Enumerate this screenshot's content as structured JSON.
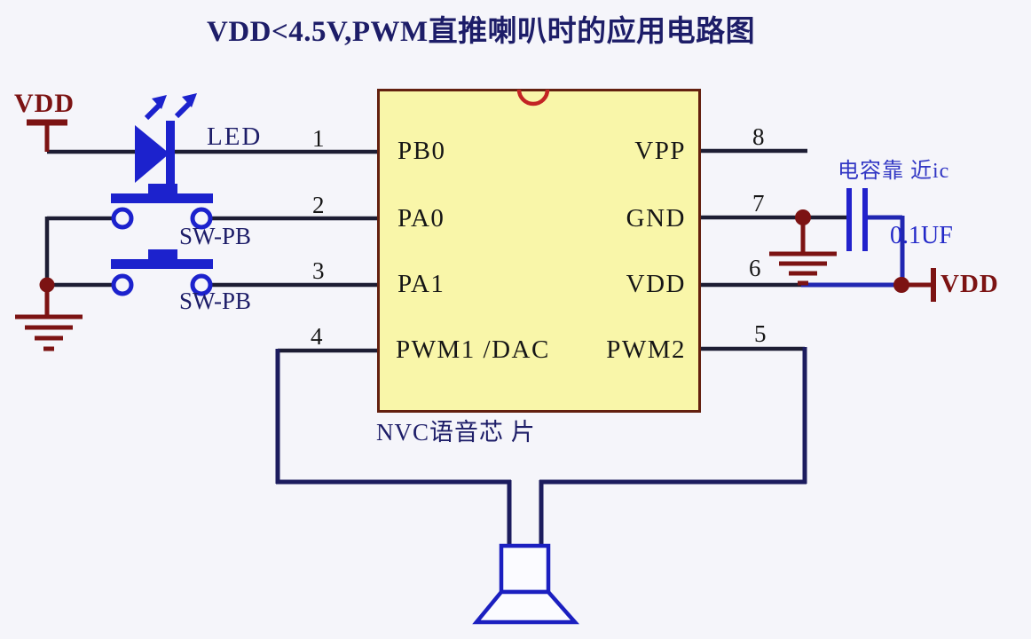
{
  "diagram": {
    "title": "VDD<4.5V,PWM直推喇叭时的应用电路图",
    "chip": {
      "name": "NVC语音芯 片",
      "left_pins": [
        {
          "number": "1",
          "label": "PB0"
        },
        {
          "number": "2",
          "label": "PA0"
        },
        {
          "number": "3",
          "label": "PA1"
        },
        {
          "number": "4",
          "label": "PWM1 /DAC"
        }
      ],
      "right_pins": [
        {
          "number": "8",
          "label": "VPP"
        },
        {
          "number": "7",
          "label": "GND"
        },
        {
          "number": "6",
          "label": "VDD"
        },
        {
          "number": "5",
          "label": "PWM2"
        }
      ]
    },
    "labels": {
      "vdd_left": "VDD",
      "vdd_right": "VDD",
      "led": "LED",
      "switch1": "SW-PB",
      "switch2": "SW-PB",
      "cap_note": "电容靠 近ic",
      "cap_value": "0.1UF"
    },
    "colors": {
      "background": "#f5f5fa",
      "chip_fill": "#f9f6a9",
      "chip_border": "#63200f",
      "wire_black": "#1d1d33",
      "wire_navy": "#1c1c5e",
      "wire_blue": "#2127b2",
      "component_blue": "#1c22cd",
      "maroon": "#7c1313",
      "text_navy": "#1d1d68",
      "notch_red": "#c32424"
    }
  }
}
